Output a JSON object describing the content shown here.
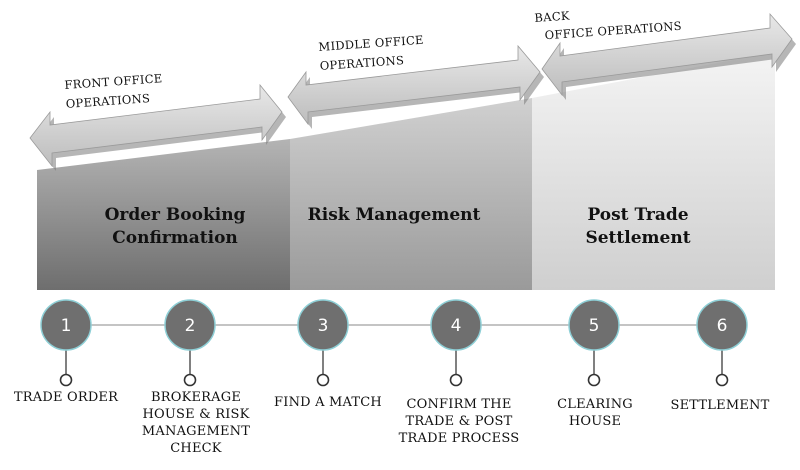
{
  "operations": {
    "front": {
      "line1": "FRONT OFFICE",
      "line2": "OPERATIONS"
    },
    "middle": {
      "line1": "MIDDLE OFFICE",
      "line2": "OPERATIONS"
    },
    "back": {
      "line1": "BACK",
      "line2": "OFFICE OPERATIONS"
    }
  },
  "phases": [
    {
      "line1": "Order Booking",
      "line2": "Confirmation"
    },
    {
      "line1": "Risk Management",
      "line2": ""
    },
    {
      "line1": "Post Trade",
      "line2": "Settlement"
    }
  ],
  "steps": [
    {
      "number": "1",
      "lines": [
        "TRADE ORDER"
      ]
    },
    {
      "number": "2",
      "lines": [
        "BROKERAGE",
        "HOUSE & RISK",
        "MANAGEMENT",
        "CHECK"
      ]
    },
    {
      "number": "3",
      "lines": [
        "FIND A MATCH"
      ]
    },
    {
      "number": "4",
      "lines": [
        "CONFIRM THE",
        "TRADE & POST",
        "TRADE PROCESS"
      ]
    },
    {
      "number": "5",
      "lines": [
        "CLEARING",
        "HOUSE"
      ]
    },
    {
      "number": "6",
      "lines": [
        "SETTLEMENT"
      ]
    }
  ],
  "colors": {
    "arrow": "#d6d6d6",
    "arrow_shadow": "#7a7a7a",
    "circle": "#6f6f6f",
    "circle_ring": "#8ecfd6",
    "connector": "#c4c4c4"
  }
}
